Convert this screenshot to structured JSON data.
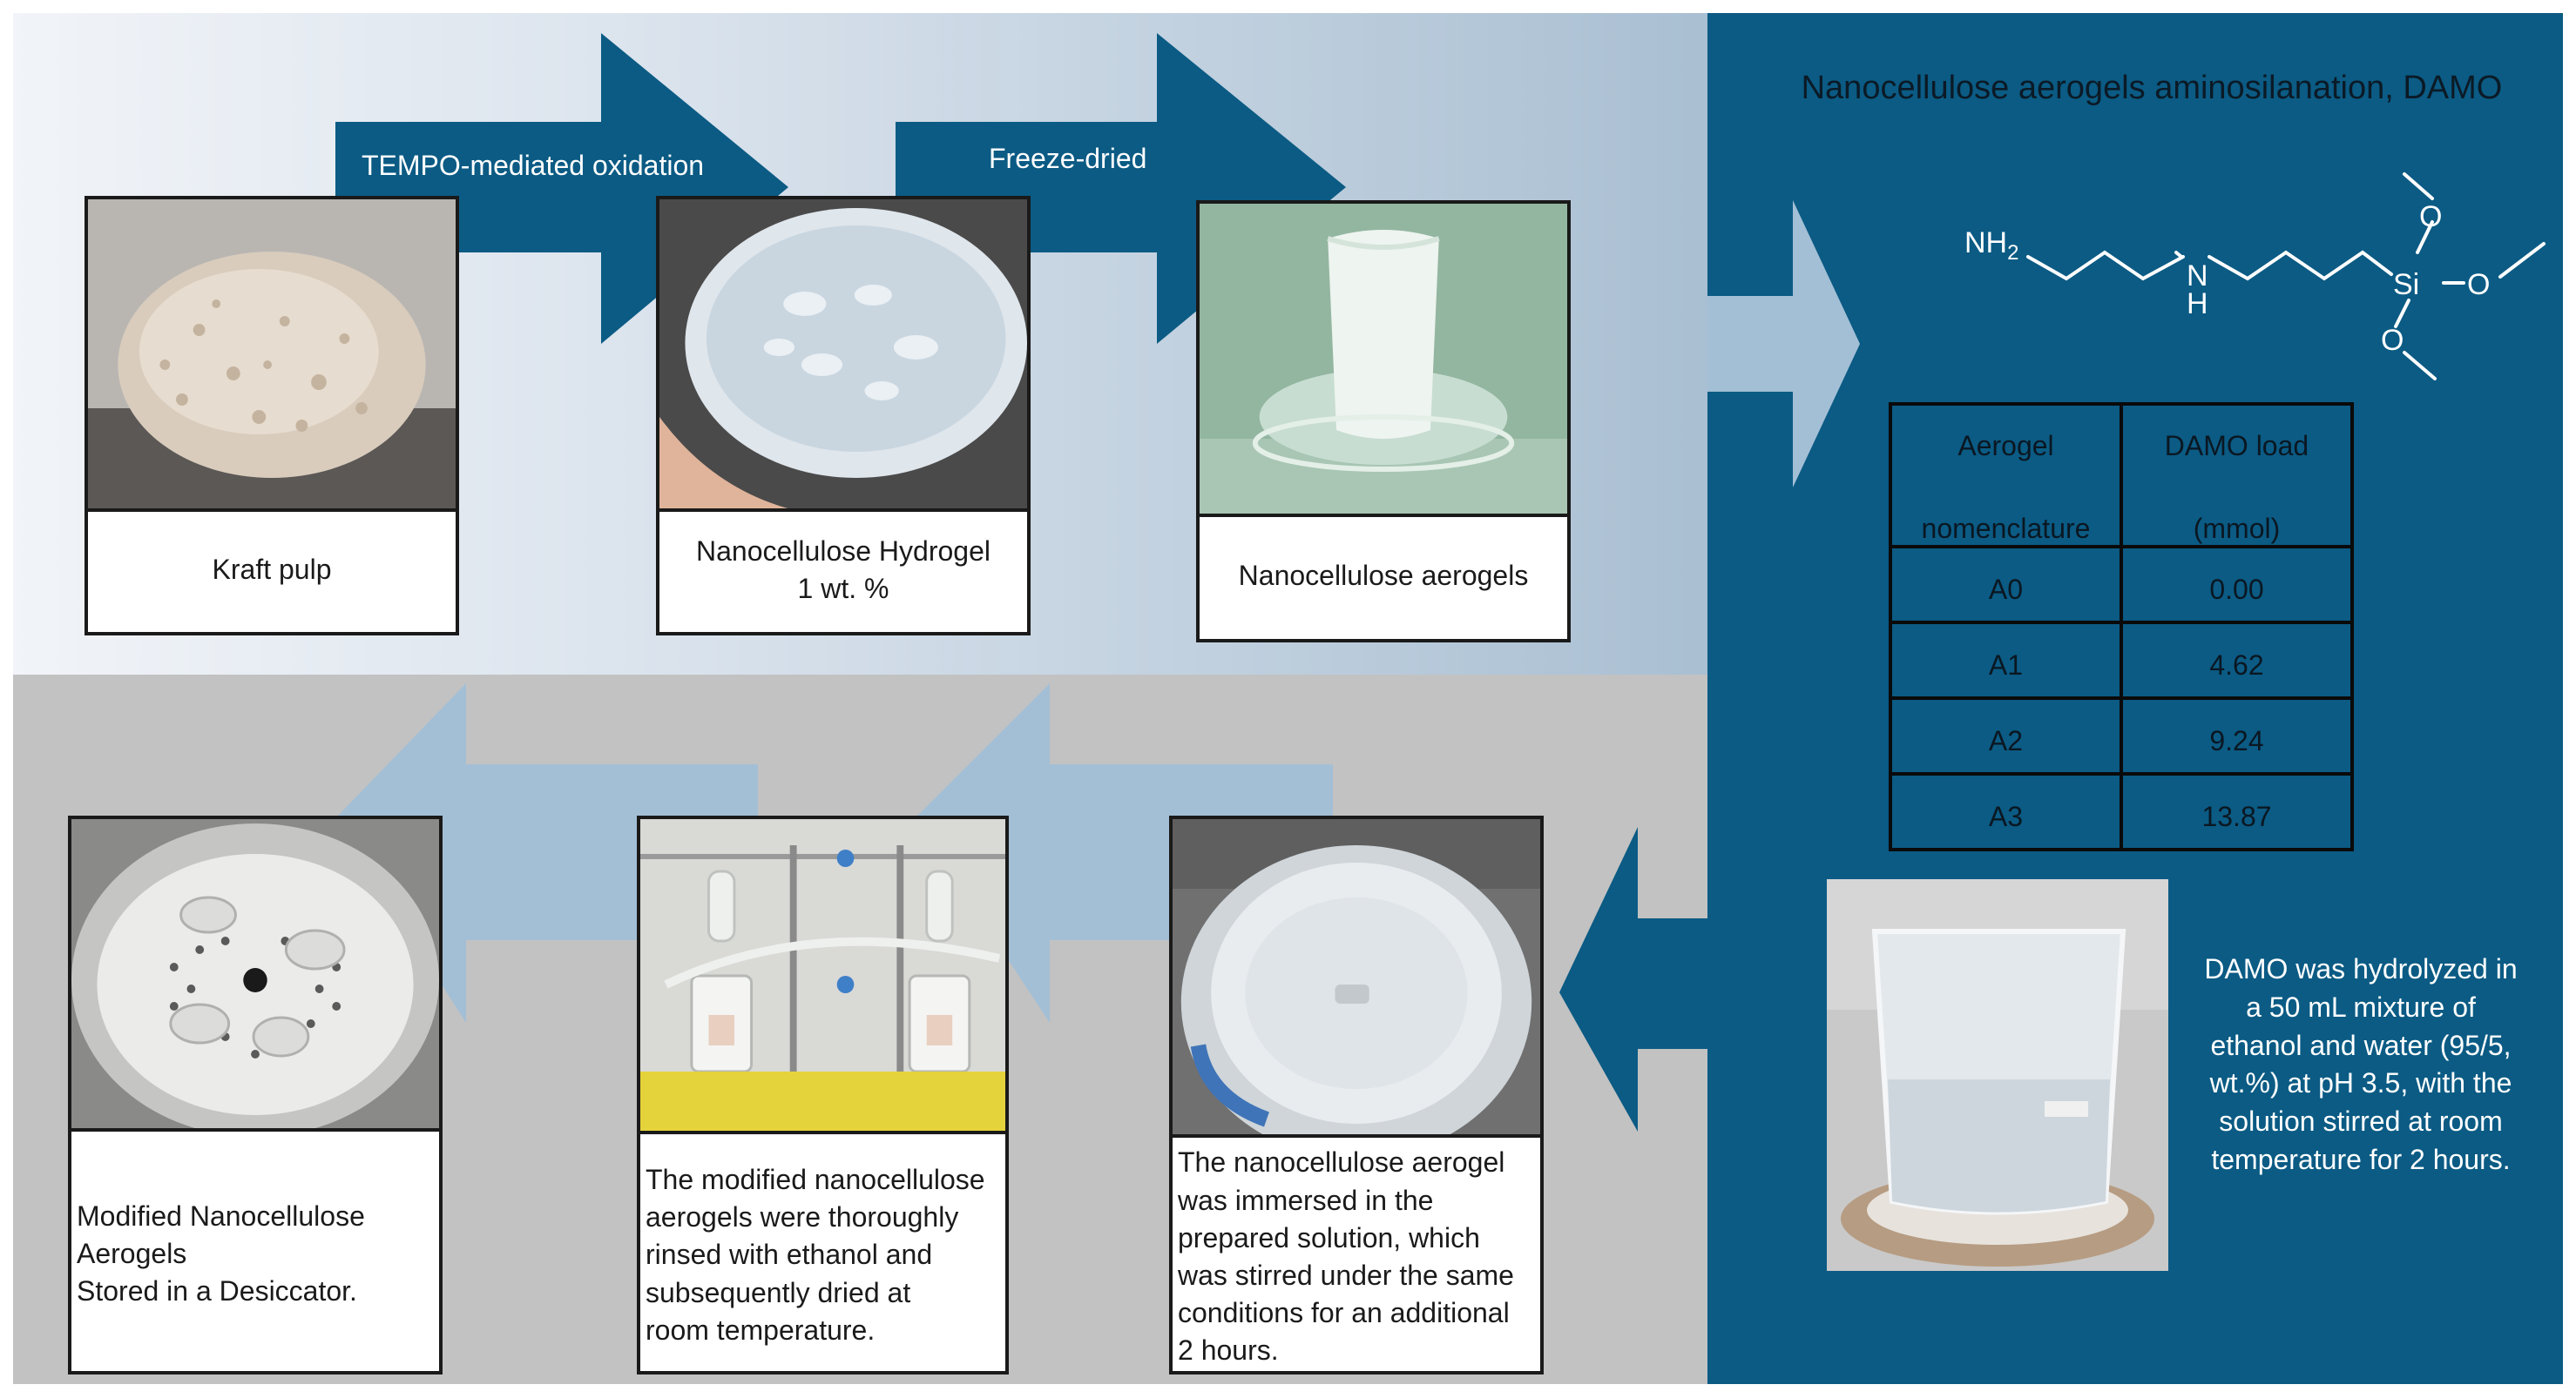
{
  "colors": {
    "panel_right": "#0b5b84",
    "arrow_dark": "#0b5b84",
    "arrow_light": "#a3bfd6",
    "panel_bottom": "#c2c2c2"
  },
  "title": "Nanocellulose aerogels aminosilanation, DAMO",
  "top_flow": {
    "arrow1_label": "TEMPO-mediated oxidation",
    "arrow2_label": "Freeze-dried",
    "step1_caption": "Kraft pulp",
    "step2_caption_line1": "Nanocellulose Hydrogel",
    "step2_caption_line2": "1 wt. %",
    "step3_caption": "Nanocellulose aerogels"
  },
  "molecule": {
    "nh2_label": "NH",
    "nh2_subscript": "2",
    "nh_n": "N",
    "nh_h": "H",
    "si_label": "Si",
    "o_label": "O"
  },
  "table": {
    "header_col1_line1": "Aerogel",
    "header_col1_line2": "nomenclature",
    "header_col2_line1": "DAMO load",
    "header_col2_line2": "(mmol)",
    "rows": [
      {
        "name": "A0",
        "load": "0.00"
      },
      {
        "name": "A1",
        "load": "4.62"
      },
      {
        "name": "A2",
        "load": "9.24"
      },
      {
        "name": "A3",
        "load": "13.87"
      }
    ]
  },
  "hydrolysis": {
    "lines": [
      "DAMO was hydrolyzed in",
      "a 50 mL mixture of",
      "ethanol and water (95/5,",
      "wt.%) at pH 3.5, with the",
      "solution stirred at room",
      "temperature for 2 hours."
    ]
  },
  "bottom_flow": {
    "step4_lines": [
      "The nanocellulose aerogel",
      "was immersed in the",
      "prepared solution, which",
      "was stirred under the same",
      "conditions for an additional",
      "2 hours."
    ],
    "step5_lines": [
      "The modified nanocellulose",
      "aerogels were thoroughly",
      "rinsed with ethanol and",
      "subsequently dried at",
      "room temperature."
    ],
    "step6_lines": [
      "Modified Nanocellulose",
      "Aerogels",
      "Stored in a Desiccator."
    ]
  }
}
